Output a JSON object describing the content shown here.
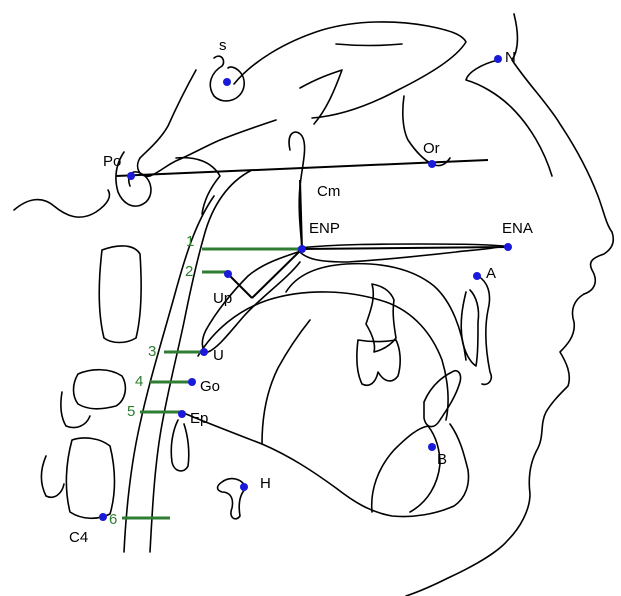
{
  "colors": {
    "outline": "#000000",
    "landmark": "#1a1adb",
    "airway": "#2e7d32",
    "background": "#ffffff"
  },
  "landmarks": {
    "S": "s",
    "N": "N",
    "Po": "Po",
    "Or": "Or",
    "Cm": "Cm",
    "ENP": "ENP",
    "ENA": "ENA",
    "A": "A",
    "Up": "Up",
    "U": "U",
    "Go": "Go",
    "Ep": "Ep",
    "B": "B",
    "H": "H",
    "C4": "C4"
  },
  "airway_measurements": [
    "1",
    "2",
    "3",
    "4",
    "5",
    "6"
  ]
}
